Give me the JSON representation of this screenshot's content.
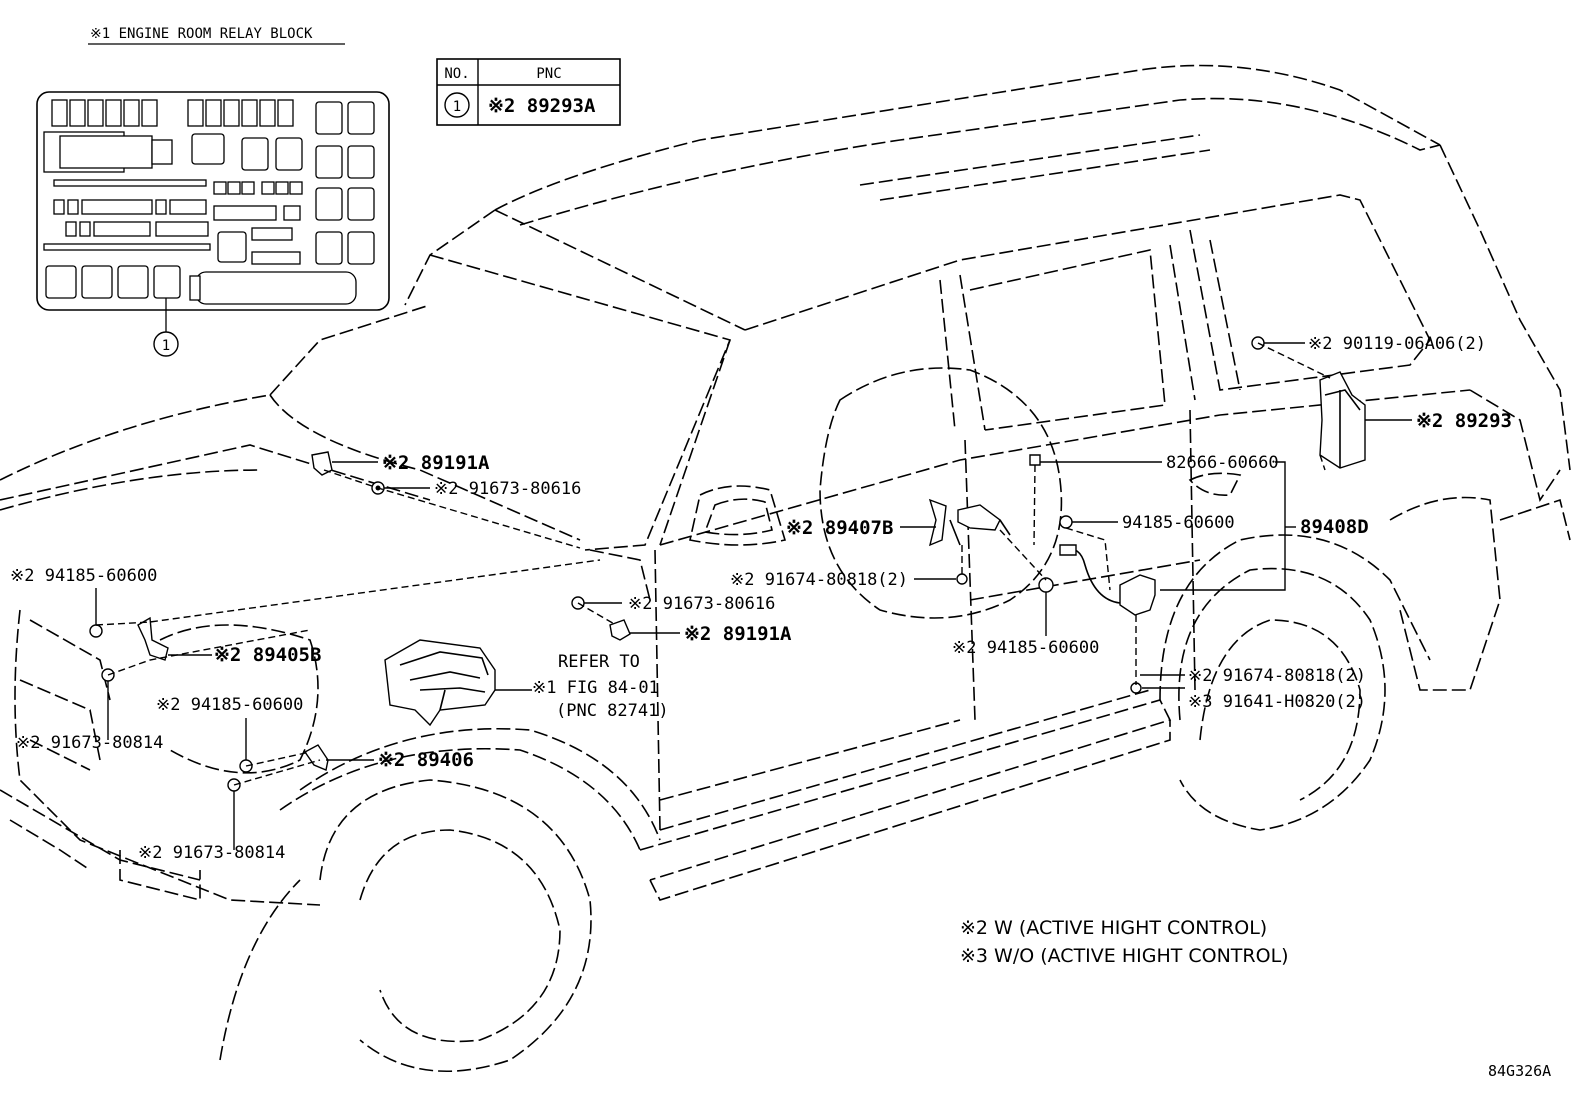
{
  "relay_block": {
    "title": "※1 ENGINE ROOM RELAY BLOCK",
    "callout": "1"
  },
  "pnc_table": {
    "headers": [
      "NO.",
      "PNC"
    ],
    "rows": [
      {
        "no": "1",
        "pnc": "※2 89293A"
      }
    ]
  },
  "labels": {
    "p89191a_top": "※2 89191A",
    "p91673_80616_top": "※2 91673-80616",
    "p94185_60600_left": "※2 94185-60600",
    "p89405b": "※2 89405B",
    "p94185_60600_lower": "※2 94185-60600",
    "p91673_80814_left": "※2 91673-80814",
    "p89406": "※2 89406",
    "p91673_80814_bottom": "※2 91673-80814",
    "p91673_80616_mid": "※2 91673-80616",
    "p89191a_mid": "※2 89191A",
    "refer_line1": "REFER TO",
    "refer_line2": "※1 FIG 84-01",
    "refer_line3": "(PNC 82741)",
    "p89407b": "※2 89407B",
    "p91674_80818_mid": "※2 91674-80818(2)",
    "p94185_60600_center": "※2 94185-60600",
    "p82666_60660": "82666-60660",
    "p94185_60600_right": "94185-60600",
    "p89408d": "89408D",
    "p91674_80818_right": "※2 91674-80818(2)",
    "p91641_h0820": "※3 91641-H0820(2)",
    "p90119_06a06": "※2 90119-06A06(2)",
    "p89293": "※2 89293"
  },
  "notes": [
    "※2  W (ACTIVE HIGHT CONTROL)",
    "※3  W/O (ACTIVE HIGHT CONTROL)"
  ],
  "figure_id": "84G326A"
}
